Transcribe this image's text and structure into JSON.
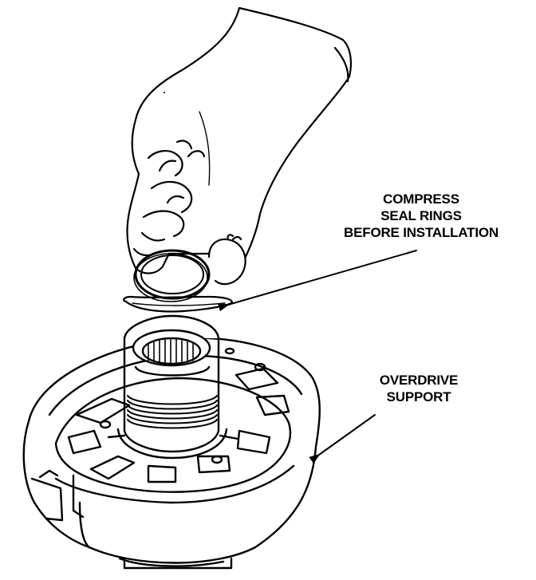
{
  "diagram": {
    "labels": {
      "compress_seal_rings": [
        "COMPRESS",
        "SEAL RINGS",
        "BEFORE INSTALLATION"
      ],
      "overdrive_support": [
        "OVERDRIVE",
        "SUPPORT"
      ]
    },
    "colors": {
      "ink": "#000000",
      "paper": "#ffffff"
    }
  }
}
